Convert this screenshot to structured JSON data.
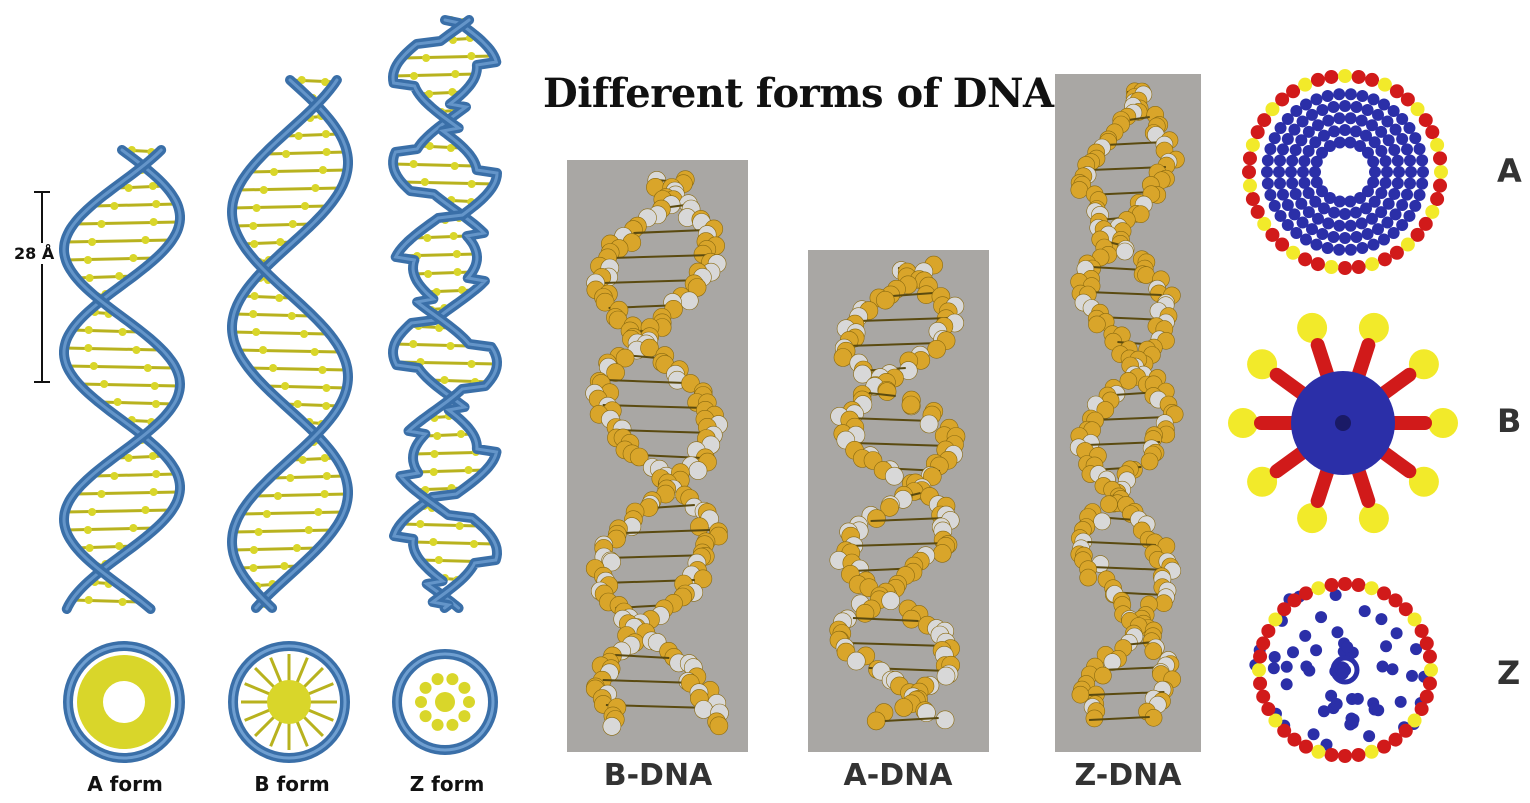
{
  "title": "Different forms of DNA",
  "scale_label": "28 Å",
  "ribbon_models": [
    {
      "label": "A form"
    },
    {
      "label": "B form"
    },
    {
      "label": "Z form"
    }
  ],
  "spacefill_models": [
    {
      "label": "B-DNA"
    },
    {
      "label": "A-DNA"
    },
    {
      "label": "Z-DNA"
    }
  ],
  "top_views": [
    {
      "label": "A"
    },
    {
      "label": "B"
    },
    {
      "label": "Z"
    }
  ],
  "colors": {
    "backbone": "#3a6fa8",
    "backbone_highlight": "#6f9fd1",
    "base_yellow": "#d9d62a",
    "atom_gold": "#d9a52a",
    "atom_white": "#d8d8d8",
    "panel_gray": "#a9a7a4",
    "atom_blue": "#2b2fa8",
    "atom_red": "#d11a1a",
    "atom_yellow": "#f2ea2a"
  }
}
